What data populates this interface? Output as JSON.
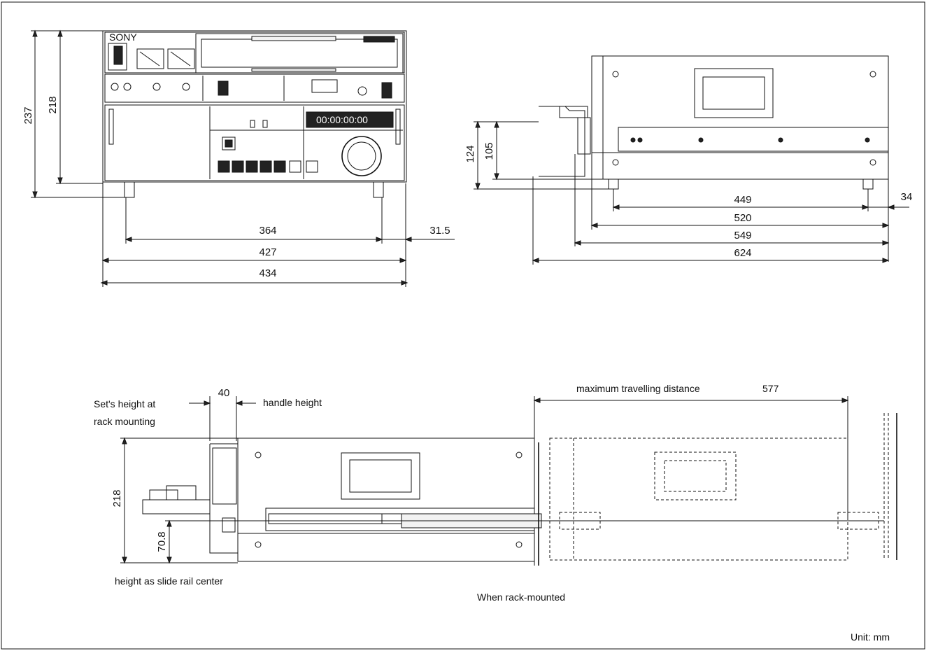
{
  "front_view": {
    "brand": "SONY",
    "timecode": "00:00:00:00",
    "dim_overall_height": "237",
    "dim_body_height": "218",
    "dim_feet_spacing": "364",
    "dim_foot_offset": "31.5",
    "dim_body_width": "427",
    "dim_overall_width": "434"
  },
  "side_view": {
    "dim_handle_height_total": "124",
    "dim_handle_height": "105",
    "dim_feet_span": "449",
    "dim_foot_rear": "34",
    "dim_body_depth": "520",
    "dim_depth_with_front": "549",
    "dim_overall_depth": "624"
  },
  "rack_view": {
    "label_set_height": "Set's height at rack mounting",
    "label_set_height_line1": "Set's height at",
    "label_set_height_line2": "rack mounting",
    "dim_handle": "40",
    "label_handle_height": "handle height",
    "label_max_travel": "maximum travelling distance",
    "dim_max_travel": "577",
    "dim_height": "218",
    "dim_rail_center": "70.8",
    "label_rail_center": "height as slide rail center",
    "caption": "When rack-mounted"
  },
  "unit_label": "Unit: mm"
}
